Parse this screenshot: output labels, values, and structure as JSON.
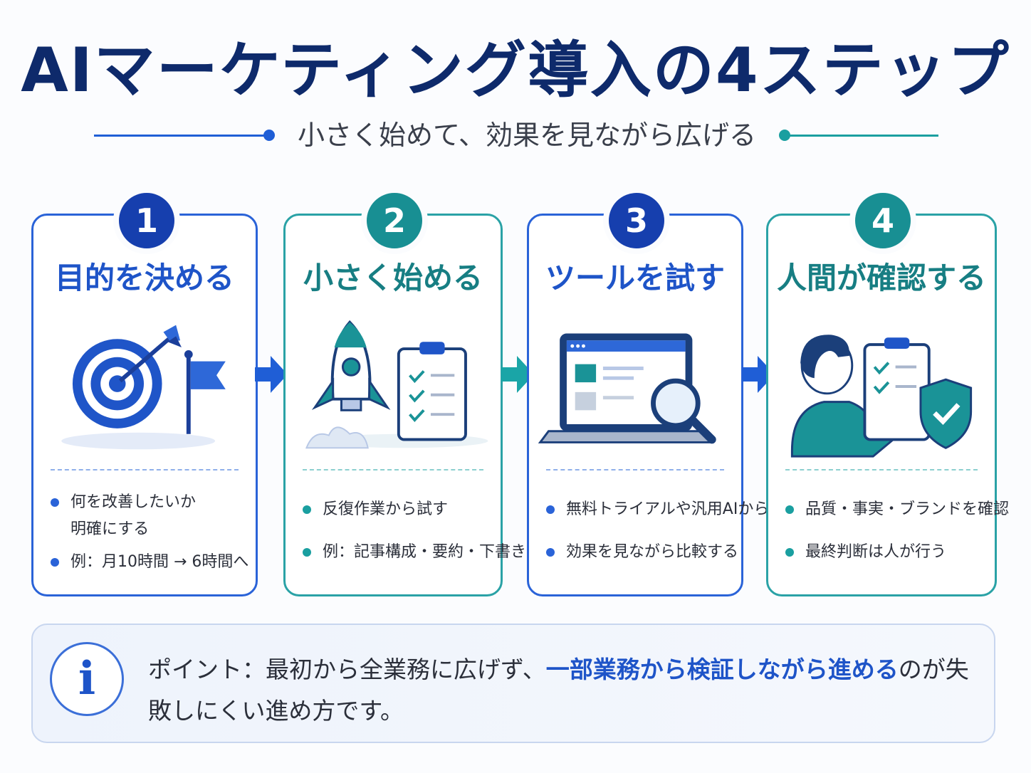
{
  "title": "AIマーケティング導入の4ステップ",
  "subtitle": "小さく始めて、効果を見ながら広げる",
  "colors": {
    "blue": "#1e54c8",
    "teal": "#177e83",
    "navy": "#0e2a6b"
  },
  "steps": [
    {
      "number": "1",
      "title": "目的を決める",
      "illustration": "target-flag",
      "bullets": [
        "何を改善したいか",
        "明確にする",
        "例：月10時間 → 6時間へ"
      ]
    },
    {
      "number": "2",
      "title": "小さく始める",
      "illustration": "rocket-checklist",
      "bullets": [
        "反復作業から試す",
        "例：記事構成・要約・下書き"
      ]
    },
    {
      "number": "3",
      "title": "ツールを試す",
      "illustration": "laptop-magnifier",
      "bullets": [
        "無料トライアルや汎用AIから",
        "効果を見ながら比較する"
      ]
    },
    {
      "number": "4",
      "title": "人間が確認する",
      "illustration": "person-checklist-shield",
      "bullets": [
        "品質・事実・ブランドを確認",
        "最終判断は人が行う"
      ]
    }
  ],
  "point": {
    "icon": "info-icon",
    "icon_glyph": "i",
    "prefix": "ポイント：",
    "text_before": "最初から全業務に広げず、",
    "highlight": "一部業務から検証しながら進める",
    "text_after": "のが失敗しにくい進め方です。"
  }
}
